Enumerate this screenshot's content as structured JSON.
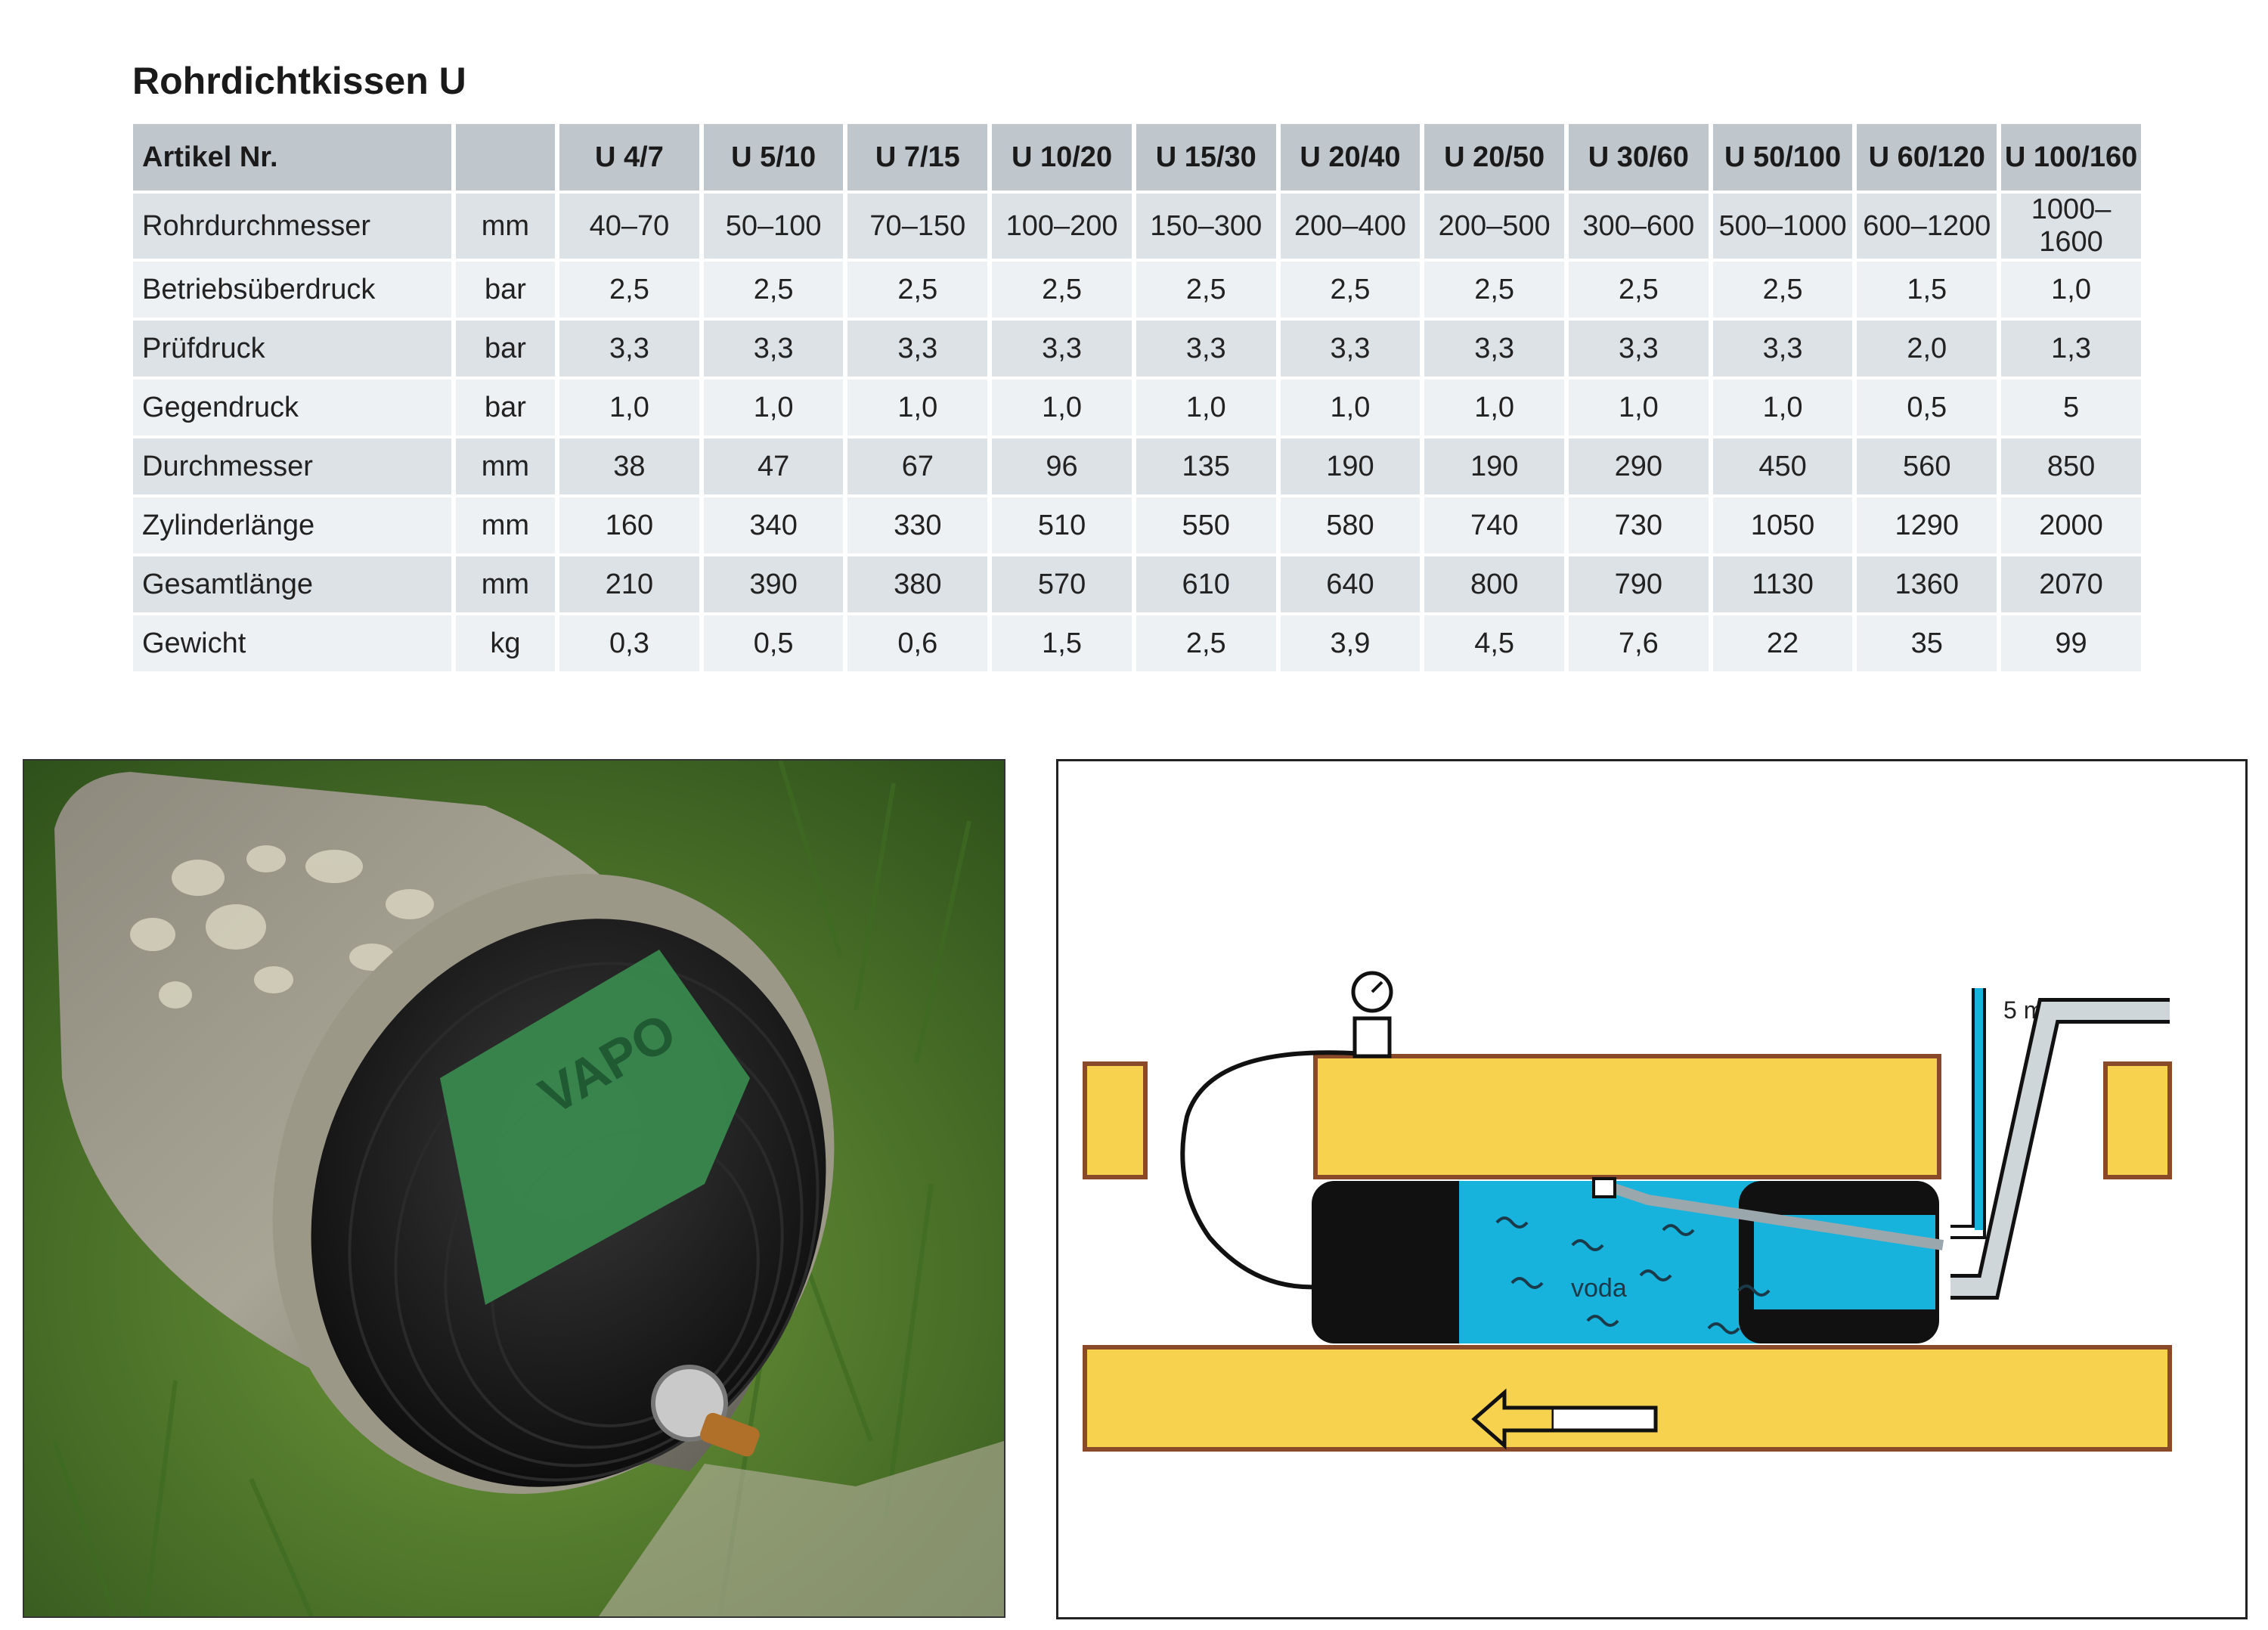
{
  "title": "Rohrdichtkissen U",
  "table": {
    "header": [
      "Artikel Nr.",
      "",
      "U 4/7",
      "U 5/10",
      "U 7/15",
      "U 10/20",
      "U 15/30",
      "U 20/40",
      "U 20/50",
      "U 30/60",
      "U 50/100",
      "U 60/120",
      "U 100/160"
    ],
    "rows": [
      {
        "label": "Rohrdurchmesser",
        "unit": "mm",
        "values": [
          "40–70",
          "50–100",
          "70–150",
          "100–200",
          "150–300",
          "200–400",
          "200–500",
          "300–600",
          "500–1000",
          "600–1200",
          "1000–1600"
        ]
      },
      {
        "label": "Betriebsüberdruck",
        "unit": "bar",
        "values": [
          "2,5",
          "2,5",
          "2,5",
          "2,5",
          "2,5",
          "2,5",
          "2,5",
          "2,5",
          "2,5",
          "1,5",
          "1,0"
        ]
      },
      {
        "label": "Prüfdruck",
        "unit": "bar",
        "values": [
          "3,3",
          "3,3",
          "3,3",
          "3,3",
          "3,3",
          "3,3",
          "3,3",
          "3,3",
          "3,3",
          "2,0",
          "1,3"
        ]
      },
      {
        "label": "Gegendruck",
        "unit": "bar",
        "values": [
          "1,0",
          "1,0",
          "1,0",
          "1,0",
          "1,0",
          "1,0",
          "1,0",
          "1,0",
          "1,0",
          "0,5",
          "5"
        ]
      },
      {
        "label": "Durchmesser",
        "unit": "mm",
        "values": [
          "38",
          "47",
          "67",
          "96",
          "135",
          "190",
          "190",
          "290",
          "450",
          "560",
          "850"
        ]
      },
      {
        "label": "Zylinderlänge",
        "unit": "mm",
        "values": [
          "160",
          "340",
          "330",
          "510",
          "550",
          "580",
          "740",
          "730",
          "1050",
          "1290",
          "2000"
        ]
      },
      {
        "label": "Gesamtlänge",
        "unit": "mm",
        "values": [
          "210",
          "390",
          "380",
          "570",
          "610",
          "640",
          "800",
          "790",
          "1130",
          "1360",
          "2070"
        ]
      },
      {
        "label": "Gewicht",
        "unit": "kg",
        "values": [
          "0,3",
          "0,5",
          "0,6",
          "1,5",
          "2,5",
          "3,9",
          "4,5",
          "7,6",
          "22",
          "35",
          "99"
        ]
      }
    ]
  },
  "photo": {
    "logo_text": "VAPO"
  },
  "diagram": {
    "water_label": "voda",
    "height_label": "5 m"
  },
  "colors": {
    "header_bg": "#bfc6cc",
    "row_odd": "#dde2e6",
    "row_even": "#eef1f3",
    "pipe_yellow": "#f6d24e",
    "water_blue": "#17b3dc",
    "cushion_black": "#111111"
  }
}
